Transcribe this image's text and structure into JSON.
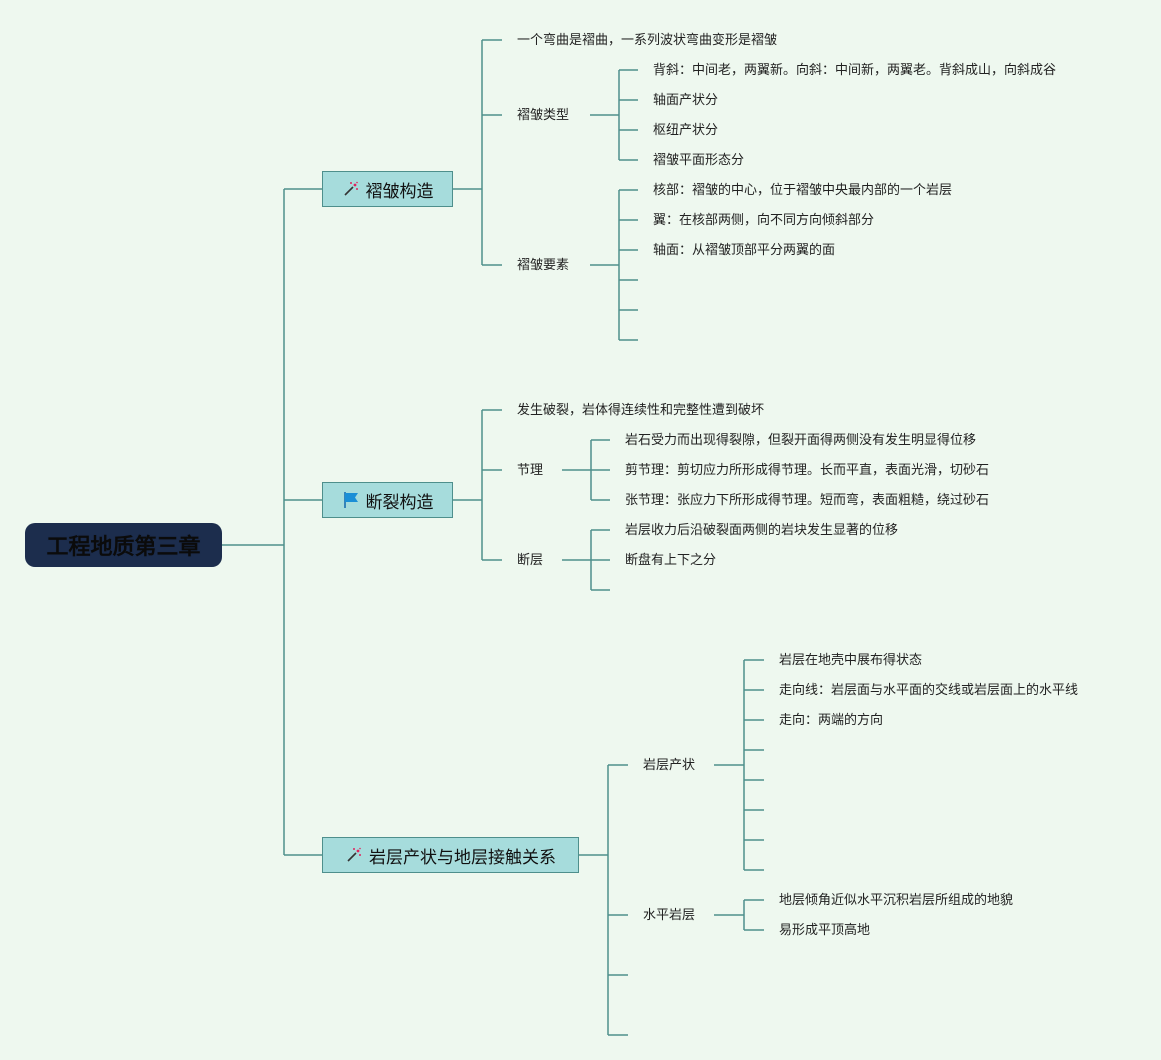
{
  "root": {
    "label": "工程地质第三章"
  },
  "branches": [
    {
      "label": "褶皱构造",
      "icon": "magic-wand-icon",
      "intro": "一个弯曲是褶曲，一系列波状弯曲变形是褶皱",
      "groups": [
        {
          "label": "褶皱类型",
          "items": [
            "背斜：中间老，两翼新。向斜：中间新，两翼老。背斜成山，向斜成谷",
            "轴面产状分",
            "枢纽产状分",
            "褶皱平面形态分"
          ]
        },
        {
          "label": "褶皱要素",
          "items": [
            "核部：褶皱的中心，位于褶皱中央最内部的一个岩层",
            "翼：在核部两侧，向不同方向倾斜部分",
            "轴面：从褶皱顶部平分两翼的面",
            "",
            "",
            ""
          ]
        }
      ]
    },
    {
      "label": "断裂构造",
      "icon": "flag-icon",
      "intro": "发生破裂，岩体得连续性和完整性遭到破坏",
      "groups": [
        {
          "label": "节理",
          "items": [
            "岩石受力而出现得裂隙，但裂开面得两侧没有发生明显得位移",
            "剪节理：剪切应力所形成得节理。长而平直，表面光滑，切砂石",
            "张节理：张应力下所形成得节理。短而弯，表面粗糙，绕过砂石"
          ]
        },
        {
          "label": "断层",
          "items": [
            "岩层收力后沿破裂面两侧的岩块发生显著的位移",
            "断盘有上下之分",
            ""
          ]
        }
      ]
    },
    {
      "label": "岩层产状与地层接触关系",
      "icon": "magic-wand-icon",
      "groups": [
        {
          "label": "岩层产状",
          "items": [
            "岩层在地壳中展布得状态",
            "走向线：岩层面与水平面的交线或岩层面上的水平线",
            "走向：两端的方向",
            "",
            "",
            "",
            "",
            ""
          ]
        },
        {
          "label": "水平岩层",
          "items": [
            "地层倾角近似水平沉积岩层所组成的地貌",
            "易形成平顶高地"
          ]
        },
        {
          "label": "",
          "items": []
        },
        {
          "label": "",
          "items": []
        }
      ]
    }
  ],
  "colors": {
    "background": "#eef8ef",
    "line": "#4e8f8c",
    "root_fill": "#1c2d4d",
    "branch_fill": "#a6dcdc",
    "flag": "#1a8fd6",
    "wand_accent": "#e0245e"
  }
}
